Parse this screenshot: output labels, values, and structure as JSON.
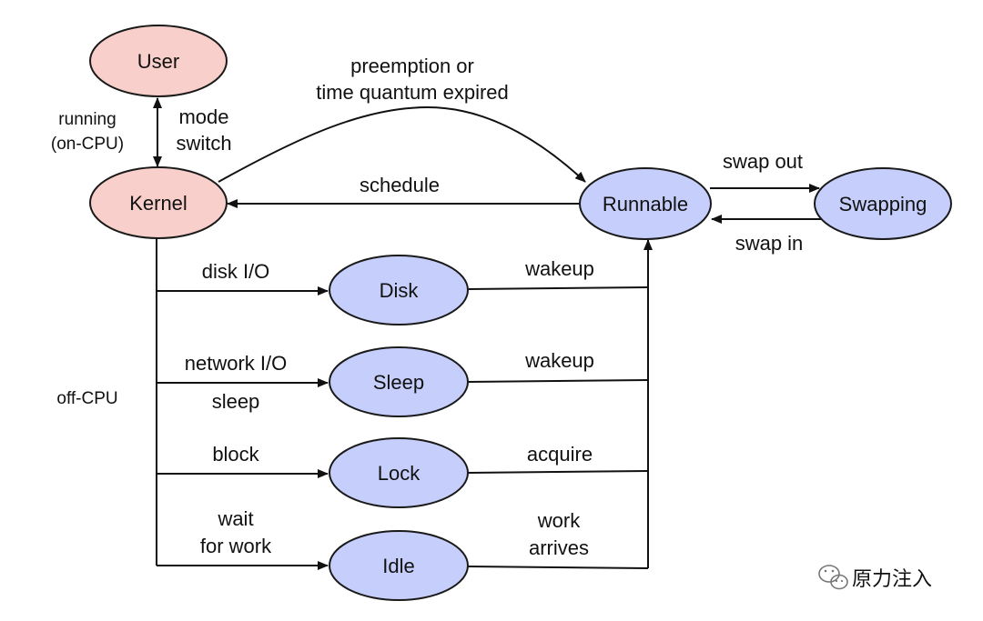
{
  "nodes": {
    "user": "User",
    "kernel": "Kernel",
    "runnable": "Runnable",
    "swapping": "Swapping",
    "disk": "Disk",
    "sleep": "Sleep",
    "lock": "Lock",
    "idle": "Idle"
  },
  "labels": {
    "running_line1": "running",
    "running_line2": "(on-CPU)",
    "mode_switch_line1": "mode",
    "mode_switch_line2": "switch",
    "preemption_line1": "preemption or",
    "preemption_line2": "time quantum expired",
    "schedule": "schedule",
    "swap_out": "swap out",
    "swap_in": "swap in",
    "disk_io": "disk I/O",
    "network_io": "network I/O",
    "sleep": "sleep",
    "block": "block",
    "wait_line1": "wait",
    "wait_line2": "for work",
    "off_cpu": "off-CPU",
    "wakeup_disk": "wakeup",
    "wakeup_sleep": "wakeup",
    "acquire": "acquire",
    "work_arrives_line1": "work",
    "work_arrives_line2": "arrives"
  },
  "watermark": {
    "icon": "wechat-icon",
    "text": "原力注入"
  },
  "colors": {
    "on_cpu_fill": "#f9cfcb",
    "off_cpu_fill": "#c6cffb"
  }
}
